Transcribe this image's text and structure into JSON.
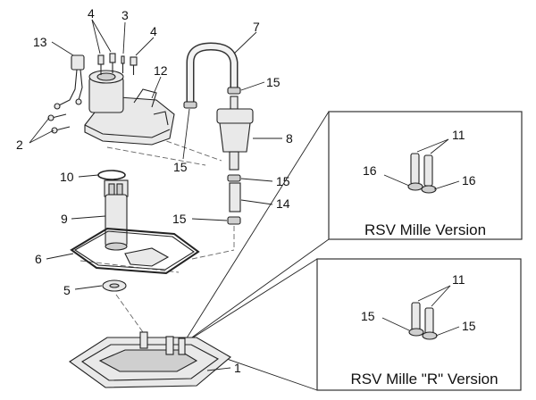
{
  "callouts": {
    "c1": "1",
    "c2": "2",
    "c3": "3",
    "c4a": "4",
    "c4b": "4",
    "c5": "5",
    "c6": "6",
    "c7": "7",
    "c8": "8",
    "c9": "9",
    "c10": "10",
    "c12": "12",
    "c13": "13",
    "c14": "14",
    "c15a": "15",
    "c15b": "15",
    "c15c": "15",
    "c15d": "15",
    "c11a": "11",
    "c16a": "16",
    "c16b": "16",
    "c11b": "11",
    "c15e": "15",
    "c15f": "15"
  },
  "boxes": {
    "top_caption": "RSV Mille Version",
    "bottom_caption": "RSV Mille \"R\" Version"
  }
}
